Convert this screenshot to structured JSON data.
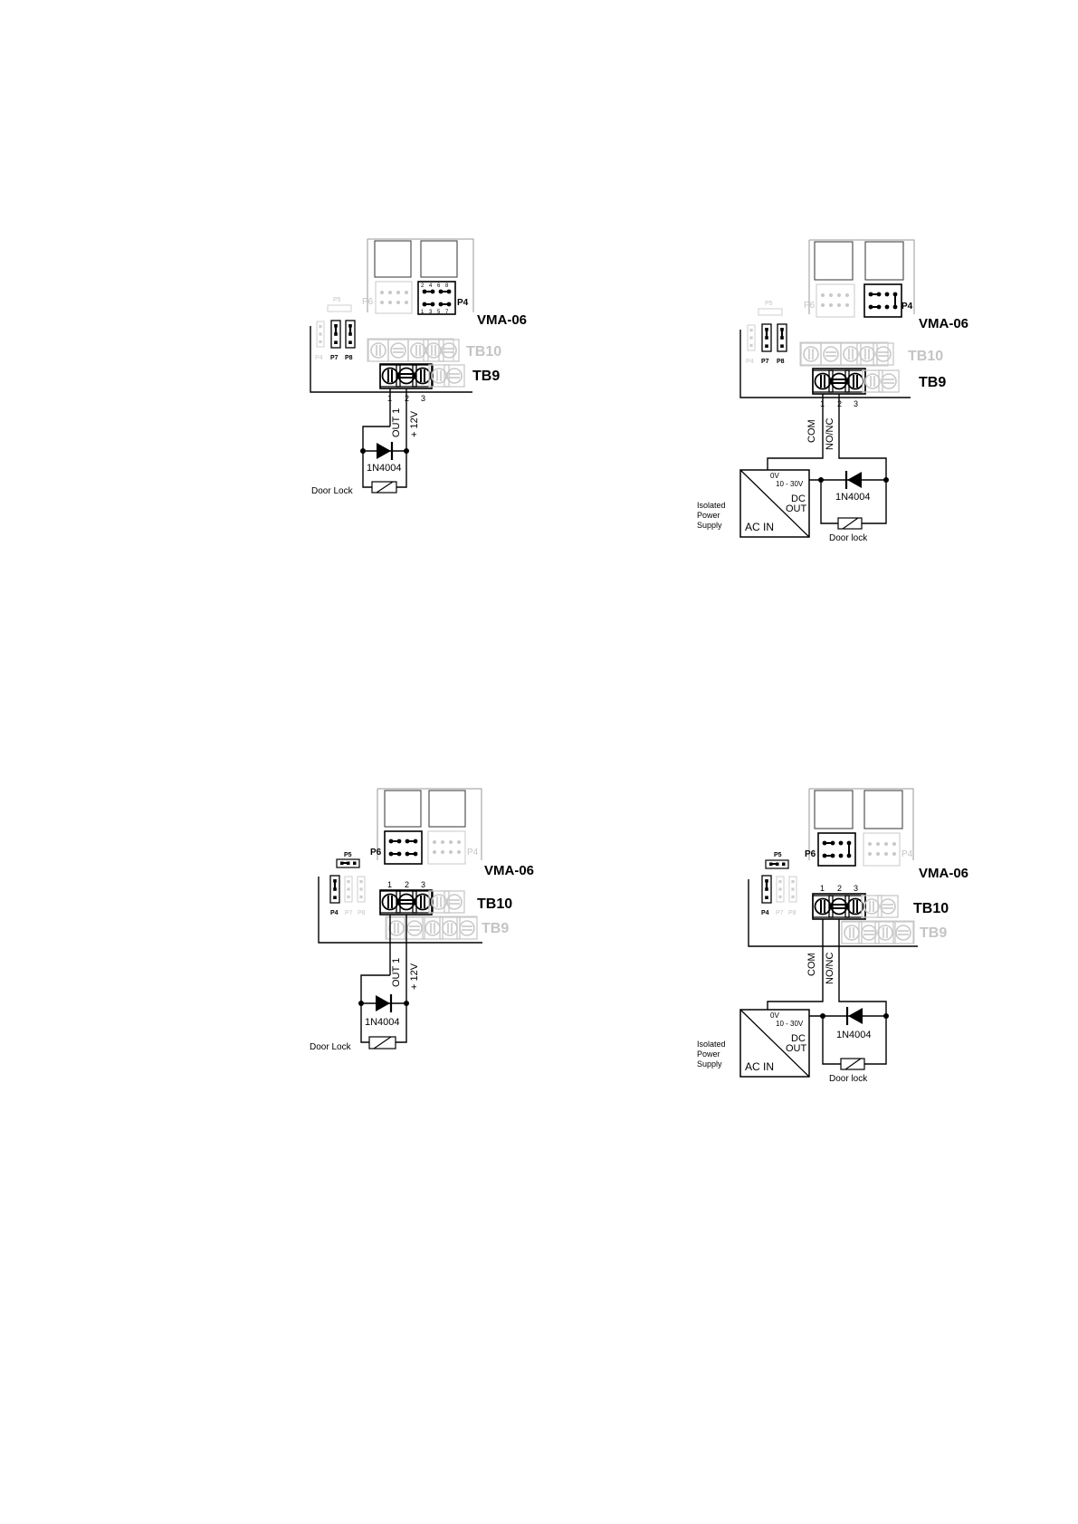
{
  "board_name": "VMA-06",
  "terminal_numbers": [
    "1",
    "2",
    "3"
  ],
  "header_pin_numbers": {
    "top": [
      "2",
      "4",
      "6",
      "8"
    ],
    "bottom": [
      "1",
      "3",
      "5",
      "7"
    ]
  },
  "jumpers": {
    "p4": "P4",
    "p5": "P5",
    "p6": "P6",
    "p7": "P7",
    "p8": "P8"
  },
  "blocks": {
    "tb9": "TB9",
    "tb10": "TB10"
  },
  "diode": "1N4004",
  "internal_supply": {
    "out_label": "OUT 1",
    "plus_label": "+ 12V",
    "load": "Door Lock"
  },
  "external_supply": {
    "com_label": "COM",
    "nonc_label": "NO/NC",
    "zero_v": "0V",
    "range": "10 - 30V",
    "dc": "DC",
    "out": "OUT",
    "ac_in": "AC IN",
    "psu_lines": [
      "Isolated",
      "Power",
      "Supply"
    ],
    "load": "Door lock"
  },
  "colors": {
    "active": "#000000",
    "inactive": "#c4c4c4",
    "dark": "#111111"
  }
}
